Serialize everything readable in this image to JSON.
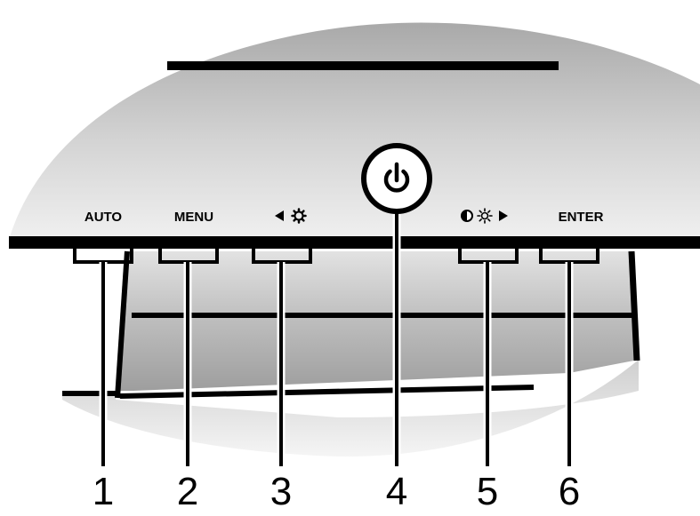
{
  "diagram": {
    "button_labels": {
      "auto": "AUTO",
      "menu": "MENU"
    },
    "enter_label": "ENTER",
    "callout_numbers": [
      "1",
      "2",
      "3",
      "4",
      "5",
      "6"
    ],
    "icons": {
      "button3": [
        "left-triangle-icon",
        "brightness-gear-icon"
      ],
      "button4": "power-icon",
      "button5": [
        "contrast-icon",
        "brightness-icon",
        "right-triangle-icon"
      ]
    },
    "colors": {
      "line": "#000000",
      "background": "#ffffff"
    }
  }
}
